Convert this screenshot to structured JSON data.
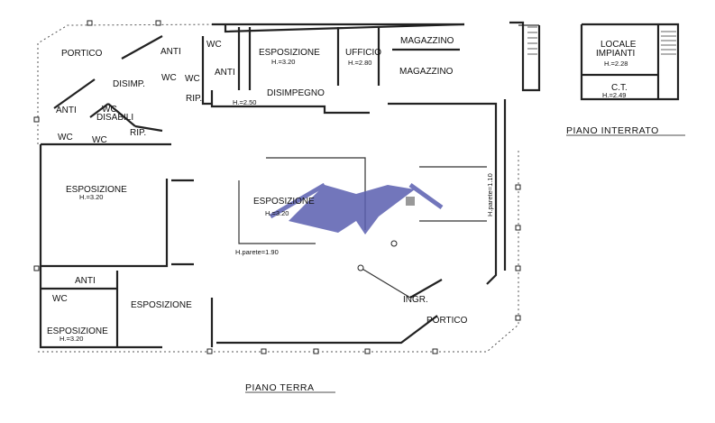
{
  "rooms": {
    "portico_top": "PORTICO",
    "anti_top": "ANTI",
    "wc_top": "WC",
    "anti_mid": "ANTI",
    "wc_a": "WC",
    "wc_b": "WC",
    "disimp": "DISIMP.",
    "rip_top": "RIP.",
    "esposizione_top": "ESPOSIZIONE",
    "esposizione_top_h": "H.=3.20",
    "ufficio": "UFFICIO",
    "ufficio_h": "H.=2.80",
    "magazzino_small": "MAGAZZINO",
    "magazzino_large": "MAGAZZINO",
    "disimpegno": "DISIMPEGNO",
    "disimpegno_h": "H.=2.50",
    "anti_left": "ANTI",
    "wc_disabili_1": "WC",
    "wc_disabili_2": "DISABILI",
    "rip_left": "RIP.",
    "wc_left_1": "WC",
    "wc_left_2": "WC",
    "esposizione_left": "ESPOSIZIONE",
    "esposizione_left_h": "H.=3.20",
    "esposizione_center": "ESPOSIZIONE",
    "esposizione_center_h": "H.=3.20",
    "h_parete_190": "H.parete=1.90",
    "h_parete_110": "H.parete=1.10",
    "anti_bottom": "ANTI",
    "wc_bottom": "WC",
    "esposizione_bottom": "ESPOSIZIONE",
    "esposizione_small": "ESPOSIZIONE",
    "esposizione_small_h": "H.=3.20",
    "ingr": "INGR.",
    "portico_bottom": "PORTICO",
    "locale_impianti_1": "LOCALE",
    "locale_impianti_2": "IMPIANTI",
    "locale_impianti_h": "H.=2.28",
    "ct": "C.T.",
    "ct_h": "H.=2.49"
  },
  "titles": {
    "piano_terra": "PIANO TERRA",
    "piano_interrato": "PIANO INTERRATO"
  },
  "watermark_color": "#5a5fb0"
}
